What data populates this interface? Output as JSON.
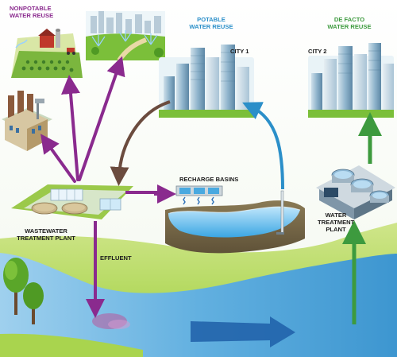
{
  "labels": {
    "nonpotable_line1": "NONPOTABLE",
    "nonpotable_line2": "WATER REUSE",
    "potable_line1": "POTABLE",
    "potable_line2": "WATER REUSE",
    "defacto_line1": "DE FACTO",
    "defacto_line2": "WATER REUSE",
    "city1": "CITY 1",
    "city2": "CITY 2",
    "recharge_basins": "RECHARGE BASINS",
    "wwtp_line1": "WASTEWATER",
    "wwtp_line2": "TREATMENT PLANT",
    "effluent": "EFFLUENT",
    "wtp_line1": "WATER",
    "wtp_line2": "TREATMENT",
    "wtp_line3": "PLANT"
  },
  "colors": {
    "nonpotable_purple": "#8a2a8e",
    "potable_blue": "#2b8fc9",
    "defacto_green": "#3d9a3e",
    "return_brown": "#6b4b3e",
    "river_blue": "#5aa7d6",
    "land_green": "#9ccf3a"
  }
}
